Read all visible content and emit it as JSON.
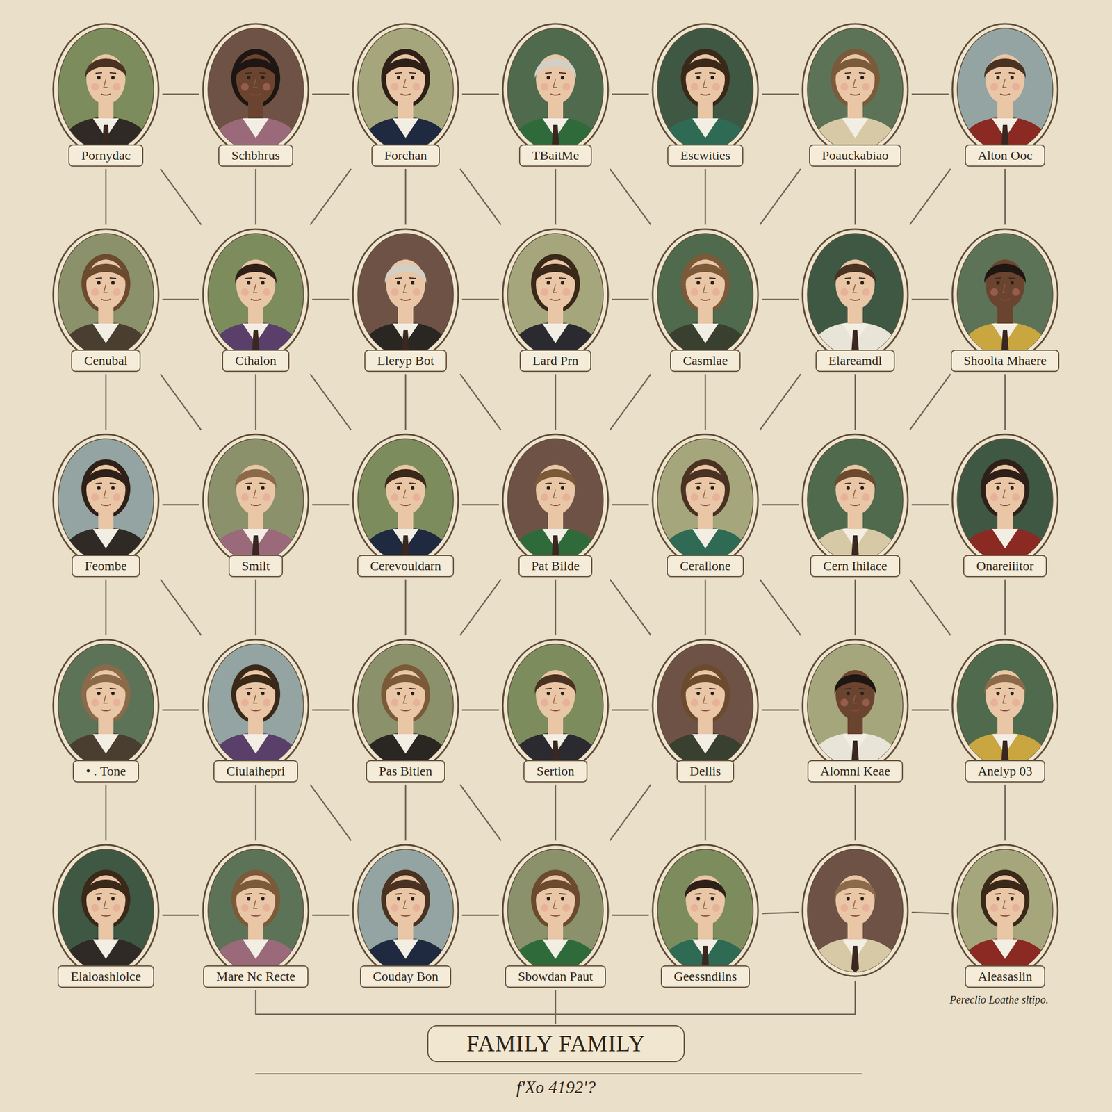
{
  "diagram": {
    "title": "FAMILY FAMILY",
    "caption": "f'Xo 4192'?",
    "nodes": [
      {
        "text": [
          "Pornydac"
        ]
      },
      {
        "text": [
          "Schbhrus"
        ]
      },
      {
        "text": [
          "Forchan"
        ]
      },
      {
        "text": [
          "TBaitMe"
        ]
      },
      {
        "text": [
          "Escwities"
        ]
      },
      {
        "text": [
          "Poauckabiao"
        ]
      },
      {
        "text": [
          "Alton Ooc"
        ]
      },
      {
        "text": [
          "Cenubal"
        ]
      },
      {
        "text": [
          "Cthalon"
        ]
      },
      {
        "text": [
          "Lleryp Bot"
        ]
      },
      {
        "text": [
          "Lard Prn"
        ]
      },
      {
        "text": [
          "Casmlae"
        ]
      },
      {
        "text": [
          "Elareamdl"
        ]
      },
      {
        "text": [
          "Shoolta Mhaere"
        ]
      },
      {
        "text": [
          "Feombe"
        ]
      },
      {
        "text": [
          "Smilt"
        ]
      },
      {
        "text": [
          "Cerevouldarn"
        ]
      },
      {
        "text": [
          "Pat Bilde"
        ]
      },
      {
        "text": [
          "Cerallone"
        ]
      },
      {
        "text": [
          "Cern Ihilace"
        ]
      },
      {
        "text": [
          "Onareiiitor"
        ]
      },
      {
        "text": [
          "• . Tone"
        ]
      },
      {
        "text": [
          "Ciulaihepri"
        ]
      },
      {
        "text": [
          "Pas Bitlen"
        ]
      },
      {
        "text": [
          "Sertion"
        ]
      },
      {
        "text": [
          "Dellis"
        ]
      },
      {
        "text": [
          "Alomnl Keae"
        ]
      },
      {
        "text": [
          "Anelyp 03"
        ]
      },
      {
        "text": [
          "Elaloashlolce"
        ]
      },
      {
        "text": [
          "Mare Nc Recte"
        ]
      },
      {
        "text": [
          "Couday Bon"
        ]
      },
      {
        "text": [
          "Sbowdan Paut"
        ]
      },
      {
        "text": [
          "Geessndilns"
        ]
      },
      {
        "text": [
          "Aleasaslin"
        ]
      }
    ],
    "edges": [
      {
        "from": 0,
        "to": 1,
        "arrow": "none"
      },
      {
        "from": 1,
        "to": 2,
        "arrow": "none"
      },
      {
        "from": 2,
        "to": 3,
        "arrow": "none"
      },
      {
        "from": 3,
        "to": 4,
        "arrow": "none"
      },
      {
        "from": 4,
        "to": 5,
        "arrow": "none"
      },
      {
        "from": 5,
        "to": 6,
        "arrow": "none"
      },
      {
        "from": 0,
        "to": 7,
        "arrow": "none"
      },
      {
        "from": 1,
        "to": 8,
        "arrow": "none"
      },
      {
        "from": 2,
        "to": 9,
        "arrow": "none"
      },
      {
        "from": 3,
        "to": 10,
        "arrow": "none"
      },
      {
        "from": 4,
        "to": 11,
        "arrow": "none"
      },
      {
        "from": 5,
        "to": 12,
        "arrow": "none"
      },
      {
        "from": 6,
        "to": 13,
        "arrow": "none"
      },
      {
        "from": 0,
        "to": 8,
        "arrow": "none"
      },
      {
        "from": 2,
        "to": 8,
        "arrow": "none"
      },
      {
        "from": 2,
        "to": 10,
        "arrow": "none"
      },
      {
        "from": 3,
        "to": 11,
        "arrow": "none"
      },
      {
        "from": 5,
        "to": 11,
        "arrow": "none"
      },
      {
        "from": 6,
        "to": 12,
        "arrow": "none"
      },
      {
        "from": 7,
        "to": 8,
        "arrow": "none"
      },
      {
        "from": 8,
        "to": 9,
        "arrow": "none"
      },
      {
        "from": 9,
        "to": 10,
        "arrow": "none"
      },
      {
        "from": 10,
        "to": 11,
        "arrow": "none"
      },
      {
        "from": 11,
        "to": 12,
        "arrow": "none"
      },
      {
        "from": 12,
        "to": 13,
        "arrow": "none"
      },
      {
        "from": 7,
        "to": 14,
        "arrow": "none"
      },
      {
        "from": 8,
        "to": 15,
        "arrow": "none"
      },
      {
        "from": 9,
        "to": 16,
        "arrow": "none"
      },
      {
        "from": 10,
        "to": 17,
        "arrow": "none"
      },
      {
        "from": 11,
        "to": 18,
        "arrow": "none"
      },
      {
        "from": 12,
        "to": 19,
        "arrow": "none"
      },
      {
        "from": 13,
        "to": 20,
        "arrow": "none"
      },
      {
        "from": 7,
        "to": 15,
        "arrow": "none"
      },
      {
        "from": 8,
        "to": 16,
        "arrow": "none"
      },
      {
        "from": 9,
        "to": 17,
        "arrow": "none"
      },
      {
        "from": 11,
        "to": 17,
        "arrow": "none"
      },
      {
        "from": 12,
        "to": 18,
        "arrow": "none"
      },
      {
        "from": 13,
        "to": 19,
        "arrow": "none"
      },
      {
        "from": 14,
        "to": 15,
        "arrow": "none"
      },
      {
        "from": 15,
        "to": 16,
        "arrow": "none"
      },
      {
        "from": 16,
        "to": 17,
        "arrow": "none"
      },
      {
        "from": 17,
        "to": 18,
        "arrow": "none"
      },
      {
        "from": 18,
        "to": 19,
        "arrow": "none"
      },
      {
        "from": 19,
        "to": 20,
        "arrow": "none"
      },
      {
        "from": 14,
        "to": 21,
        "arrow": "none"
      },
      {
        "from": 15,
        "to": 22,
        "arrow": "none"
      },
      {
        "from": 16,
        "to": 23,
        "arrow": "none"
      },
      {
        "from": 17,
        "to": 24,
        "arrow": "none"
      },
      {
        "from": 18,
        "to": 25,
        "arrow": "none"
      },
      {
        "from": 19,
        "to": 26,
        "arrow": "none"
      },
      {
        "from": 20,
        "to": 27,
        "arrow": "none"
      },
      {
        "from": 14,
        "to": 22,
        "arrow": "none"
      },
      {
        "from": 17,
        "to": 23,
        "arrow": "none"
      },
      {
        "from": 17,
        "to": 25,
        "arrow": "none"
      },
      {
        "from": 18,
        "to": 26,
        "arrow": "none"
      },
      {
        "from": 19,
        "to": 27,
        "arrow": "none"
      },
      {
        "from": 21,
        "to": 22,
        "arrow": "none"
      },
      {
        "from": 22,
        "to": 23,
        "arrow": "none"
      },
      {
        "from": 23,
        "to": 24,
        "arrow": "none"
      },
      {
        "from": 24,
        "to": 25,
        "arrow": "none"
      },
      {
        "from": 25,
        "to": 26,
        "arrow": "none"
      },
      {
        "from": 26,
        "to": 27,
        "arrow": "none"
      },
      {
        "from": 21,
        "to": 28,
        "arrow": "none"
      },
      {
        "from": 22,
        "to": 29,
        "arrow": "none"
      },
      {
        "from": 23,
        "to": 30,
        "arrow": "none"
      },
      {
        "from": 24,
        "to": 31,
        "arrow": "none"
      },
      {
        "from": 25,
        "to": 32,
        "arrow": "none"
      },
      {
        "from": 27,
        "to": 33,
        "arrow": "none"
      },
      {
        "from": 22,
        "to": 30,
        "arrow": "none"
      },
      {
        "from": 23,
        "to": 31,
        "arrow": "none"
      },
      {
        "from": 25,
        "to": 31,
        "arrow": "none"
      },
      {
        "from": 28,
        "to": 29,
        "arrow": "none"
      },
      {
        "from": 29,
        "to": 30,
        "arrow": "none"
      },
      {
        "from": 30,
        "to": 31,
        "arrow": "none"
      },
      {
        "from": 31,
        "to": 32,
        "arrow": "none"
      }
    ],
    "labels": [
      "Pereclio Loathe sltipo."
    ]
  }
}
